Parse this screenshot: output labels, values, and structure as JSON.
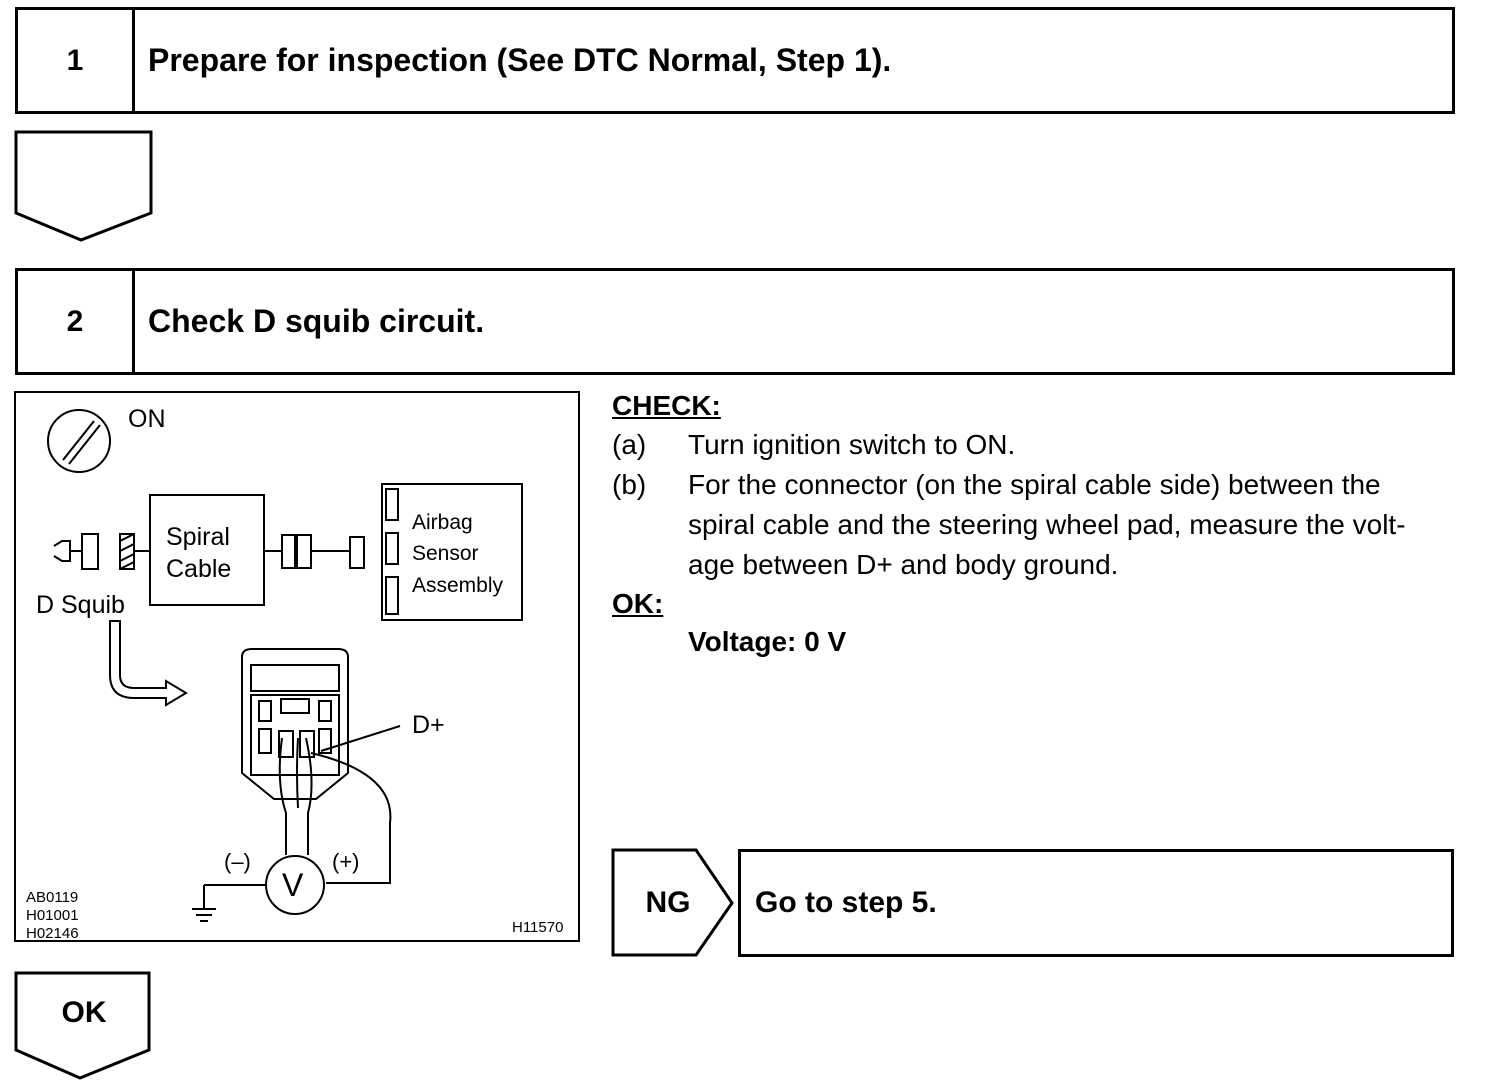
{
  "step1": {
    "number": "1",
    "title": "Prepare for inspection (See DTC Normal, Step 1)."
  },
  "step2": {
    "number": "2",
    "title": "Check D squib circuit."
  },
  "diagram": {
    "ignition_label": "ON",
    "spiral_cable_line1": "Spiral",
    "spiral_cable_line2": "Cable",
    "airbag_line1": "Airbag",
    "airbag_line2": "Sensor",
    "airbag_line3": "Assembly",
    "d_squib": "D Squib",
    "d_plus": "D+",
    "minus": "(–)",
    "plus": "(+)",
    "voltmeter": "V",
    "codes": [
      "AB0119",
      "H01001",
      "H02146"
    ],
    "figure_id": "H11570"
  },
  "check": {
    "heading": "CHECK:",
    "items": [
      {
        "label": "(a)",
        "text_lines": [
          "Turn ignition switch to ON."
        ]
      },
      {
        "label": "(b)",
        "text_lines": [
          "For the connector (on the spiral cable side) between the",
          "spiral cable and the steering wheel pad, measure the volt-",
          "age between D+ and body ground."
        ]
      }
    ],
    "ok_heading": "OK:",
    "ok_value": "Voltage: 0 V"
  },
  "ng": {
    "label": "NG",
    "action": "Go to step 5."
  },
  "ok": {
    "label": "OK"
  }
}
